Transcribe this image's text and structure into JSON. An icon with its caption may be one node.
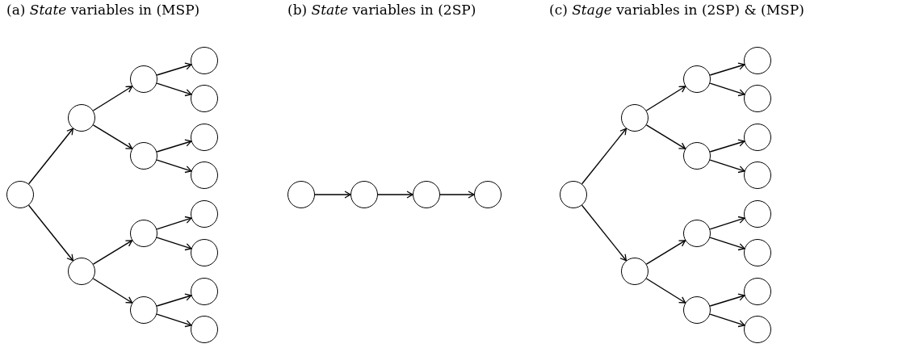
{
  "diagram": {
    "nodes": [
      {
        "text": [],
        "shape": "circle"
      },
      {
        "text": [],
        "shape": "circle"
      },
      {
        "text": [],
        "shape": "circle"
      },
      {
        "text": [],
        "shape": "circle"
      },
      {
        "text": [],
        "shape": "circle"
      },
      {
        "text": [],
        "shape": "circle"
      },
      {
        "text": [],
        "shape": "circle"
      },
      {
        "text": [],
        "shape": "circle"
      },
      {
        "text": [],
        "shape": "circle"
      },
      {
        "text": [],
        "shape": "circle"
      },
      {
        "text": [],
        "shape": "circle"
      },
      {
        "text": [],
        "shape": "circle"
      },
      {
        "text": [],
        "shape": "circle"
      },
      {
        "text": [],
        "shape": "circle"
      },
      {
        "text": [],
        "shape": "circle"
      },
      {
        "text": [],
        "shape": "circle"
      },
      {
        "text": [],
        "shape": "circle"
      },
      {
        "text": [],
        "shape": "circle"
      },
      {
        "text": [],
        "shape": "circle"
      },
      {
        "text": [],
        "shape": "circle"
      },
      {
        "text": [],
        "shape": "circle"
      },
      {
        "text": [],
        "shape": "circle"
      },
      {
        "text": [],
        "shape": "circle"
      },
      {
        "text": [],
        "shape": "circle"
      },
      {
        "text": [],
        "shape": "circle"
      },
      {
        "text": [],
        "shape": "circle"
      },
      {
        "text": [],
        "shape": "circle"
      },
      {
        "text": [],
        "shape": "circle"
      },
      {
        "text": [],
        "shape": "circle"
      },
      {
        "text": [],
        "shape": "circle"
      },
      {
        "text": [],
        "shape": "circle"
      },
      {
        "text": [],
        "shape": "circle"
      },
      {
        "text": [],
        "shape": "circle"
      },
      {
        "text": [],
        "shape": "circle"
      }
    ],
    "edges": [
      {
        "from": 0,
        "to": 1,
        "arrow": "to"
      },
      {
        "from": 0,
        "to": 2,
        "arrow": "to"
      },
      {
        "from": 1,
        "to": 3,
        "arrow": "to"
      },
      {
        "from": 1,
        "to": 4,
        "arrow": "to"
      },
      {
        "from": 2,
        "to": 5,
        "arrow": "to"
      },
      {
        "from": 2,
        "to": 6,
        "arrow": "to"
      },
      {
        "from": 3,
        "to": 7,
        "arrow": "to"
      },
      {
        "from": 3,
        "to": 8,
        "arrow": "to"
      },
      {
        "from": 4,
        "to": 9,
        "arrow": "to"
      },
      {
        "from": 4,
        "to": 10,
        "arrow": "to"
      },
      {
        "from": 5,
        "to": 11,
        "arrow": "to"
      },
      {
        "from": 5,
        "to": 12,
        "arrow": "to"
      },
      {
        "from": 6,
        "to": 13,
        "arrow": "to"
      },
      {
        "from": 6,
        "to": 14,
        "arrow": "to"
      },
      {
        "from": 15,
        "to": 16,
        "arrow": "to"
      },
      {
        "from": 16,
        "to": 17,
        "arrow": "to"
      },
      {
        "from": 17,
        "to": 18,
        "arrow": "to"
      },
      {
        "from": 19,
        "to": 20,
        "arrow": "to"
      },
      {
        "from": 19,
        "to": 21,
        "arrow": "to"
      },
      {
        "from": 20,
        "to": 22,
        "arrow": "to"
      },
      {
        "from": 20,
        "to": 23,
        "arrow": "to"
      },
      {
        "from": 21,
        "to": 24,
        "arrow": "to"
      },
      {
        "from": 21,
        "to": 25,
        "arrow": "to"
      },
      {
        "from": 22,
        "to": 26,
        "arrow": "to"
      },
      {
        "from": 22,
        "to": 27,
        "arrow": "to"
      },
      {
        "from": 23,
        "to": 28,
        "arrow": "to"
      },
      {
        "from": 23,
        "to": 29,
        "arrow": "to"
      },
      {
        "from": 24,
        "to": 30,
        "arrow": "to"
      },
      {
        "from": 24,
        "to": 31,
        "arrow": "to"
      },
      {
        "from": 25,
        "to": 32,
        "arrow": "to"
      },
      {
        "from": 25,
        "to": 33,
        "arrow": "to"
      }
    ],
    "labels": [
      "(a) *State* variables in (MSP)",
      "(b) *State* variables in (2SP)",
      "(c) *Stage* variables in (2SP) & (MSP)"
    ]
  }
}
